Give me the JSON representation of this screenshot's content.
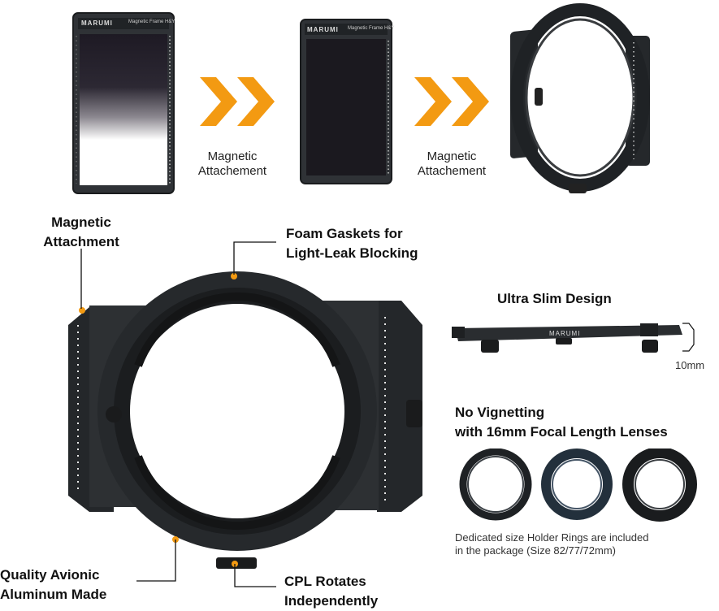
{
  "top_row": {
    "filter1_brand": "MARUMI",
    "filter1_label": "Magnetic Frame H&Y",
    "filter2_brand": "MARUMI",
    "filter2_label": "Magnetic Frame H&Y",
    "step1_caption_line1": "Magnetic",
    "step1_caption_line2": "Attachement",
    "step2_caption_line1": "Magnetic",
    "step2_caption_line2": "Attachement"
  },
  "callouts": {
    "magnetic_line1": "Magnetic",
    "magnetic_line2": "Attachment",
    "foam_line1": "Foam Gaskets for",
    "foam_line2": "Light-Leak Blocking",
    "aluminum_line1": "Quality Avionic",
    "aluminum_line2": "Aluminum Made",
    "cpl_line1": "CPL Rotates",
    "cpl_line2": "Independently"
  },
  "slim": {
    "title": "Ultra Slim Design",
    "brand": "MARUMI",
    "thickness": "10mm"
  },
  "vignetting": {
    "title_line1": "No Vignetting",
    "title_line2": "with 16mm Focal Length Lenses",
    "note_line1": "Dedicated size Holder Rings are included",
    "note_line2": "in the package (Size 82/77/72mm)"
  },
  "colors": {
    "accent": "#F39A12",
    "dark_metal": "#2a2d30",
    "leader": "#111111"
  }
}
